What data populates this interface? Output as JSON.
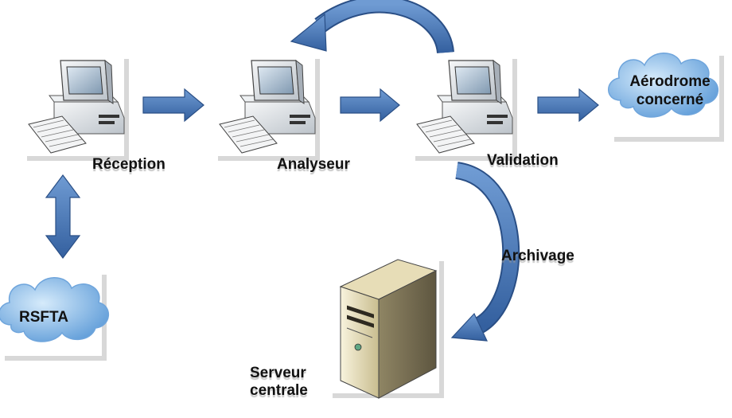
{
  "nodes": {
    "reception": "Réception",
    "analyseur": "Analyseur",
    "validation": "Validation",
    "aerodrome": "Aérodrome concerné",
    "rsfta": "RSFTA",
    "serveur": "Serveur centrale"
  },
  "edges": {
    "archivage": "Archivage"
  },
  "colors": {
    "arrow_fill": "#4a78b6",
    "arrow_stroke": "#2a4f86",
    "cloud_fill": "#8fbde8",
    "computer_body": "#e2e6ea",
    "screen": "#9fb3c6",
    "server_body": "#ece3c2"
  },
  "icons": [
    "desktop-computer-icon",
    "cloud-icon",
    "server-tower-icon",
    "arrow-right-icon",
    "arrow-double-vertical-icon",
    "curved-arrow-icon"
  ]
}
